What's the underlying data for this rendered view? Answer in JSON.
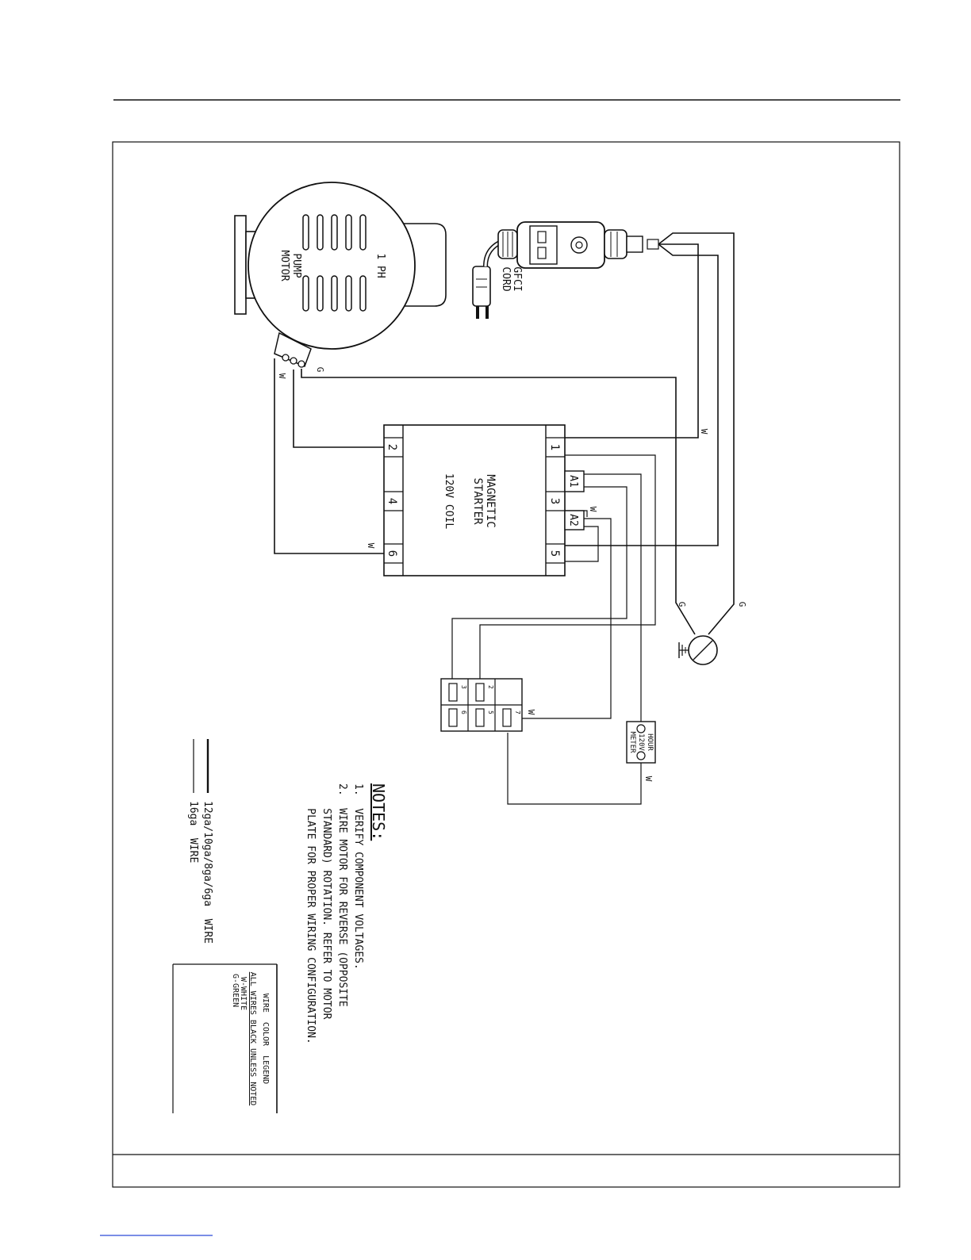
{
  "motor": {
    "line1": "1 PH",
    "line2": "PUMP",
    "line3": "MOTOR",
    "terminal_g": "G",
    "terminal_w": "W"
  },
  "gfci": {
    "line1": "GFCI",
    "line2": "CORD"
  },
  "starter": {
    "title_line1": "MAGNETIC",
    "title_line2": "STARTER",
    "coil": "120V  COIL",
    "terminals": [
      "1",
      "2",
      "3",
      "4",
      "5",
      "6",
      "A1",
      "A2"
    ]
  },
  "switch_block": {
    "terminals": [
      "2",
      "3",
      "5",
      "6",
      "7"
    ]
  },
  "hour_meter": {
    "line1": "HOUR",
    "line2": "120V",
    "line3": "METER"
  },
  "wire_labels": {
    "white": "W",
    "green": "G"
  },
  "notes": {
    "heading": "NOTES:",
    "items": [
      "1.  VERIFY COMPONENT VOLTAGES.",
      "2.  WIRE MOTOR FOR REVERSE (OPPOSITE",
      "    STANDARD) ROTATION. REFER TO MOTOR",
      "    PLATE FOR PROPER WIRING CONFIGURATION."
    ]
  },
  "wire_gauge_legend": {
    "thick": "12ga/10ga/8ga/6ga  WIRE",
    "thin": "16ga  WIRE"
  },
  "color_legend": {
    "title": "WIRE  COLOR  LEGEND",
    "subtitle": "ALL WIRES BLACK UNLESS NOTED",
    "white": "W-WHITE",
    "green": "G-GREEN"
  }
}
